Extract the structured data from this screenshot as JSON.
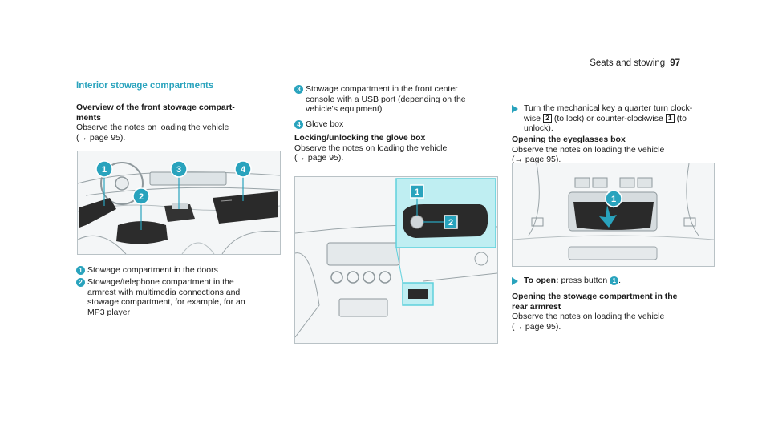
{
  "header": {
    "section": "Seats and stowing",
    "page_number": "97"
  },
  "col1": {
    "section_title": "Interior stowage compartments",
    "subheading": "Overview of the front stowage compart-\nments",
    "intro_line1": "Observe the notes on loading the vehicle",
    "intro_line2": "(→ page 95).",
    "figure_callouts": [
      "1",
      "2",
      "3",
      "4"
    ],
    "items": [
      {
        "num": "1",
        "text": "Stowage compartment in the doors"
      },
      {
        "num": "2",
        "text_lines": [
          "Stowage/telephone compartment in the",
          "armrest with multimedia connections and",
          "stowage compartment, for example, for an",
          "MP3 player"
        ]
      }
    ]
  },
  "col2": {
    "items": [
      {
        "num": "3",
        "text_lines": [
          "Stowage compartment in the front center",
          "console with a USB port (depending on the",
          "vehicle's equipment)"
        ]
      },
      {
        "num": "4",
        "text": "Glove box"
      }
    ],
    "subheading": "Locking/unlocking the glove box",
    "intro_line1": "Observe the notes on loading the vehicle",
    "intro_line2": "(→ page 95).",
    "figure_callouts": [
      "1",
      "2"
    ]
  },
  "col3": {
    "step1_lines": [
      "Turn the mechanical key a quarter turn clock-",
      "unlock)."
    ],
    "step1_mid_a": "wise ",
    "step1_box2": "2",
    "step1_mid_b": " (to lock) or counter-clockwise ",
    "step1_box1": "1",
    "step1_mid_c": " (to",
    "subheading1": "Opening the eyeglasses box",
    "intro1_line1": "Observe the notes on loading the vehicle",
    "intro1_line2": "(→ page 95).",
    "figure_callout": "1",
    "step2_bold": "To open:",
    "step2_text": " press button ",
    "step2_badge": "1",
    "step2_end": ".",
    "subheading2_line1": "Opening the stowage compartment in the",
    "subheading2_line2": "rear armrest",
    "intro2_line1": "Observe the notes on loading the vehicle",
    "intro2_line2": "(→ page 95)."
  },
  "colors": {
    "accent": "#29a3bd",
    "highlight": "#5ed0dc",
    "highlight_fill": "#bfeef2"
  }
}
